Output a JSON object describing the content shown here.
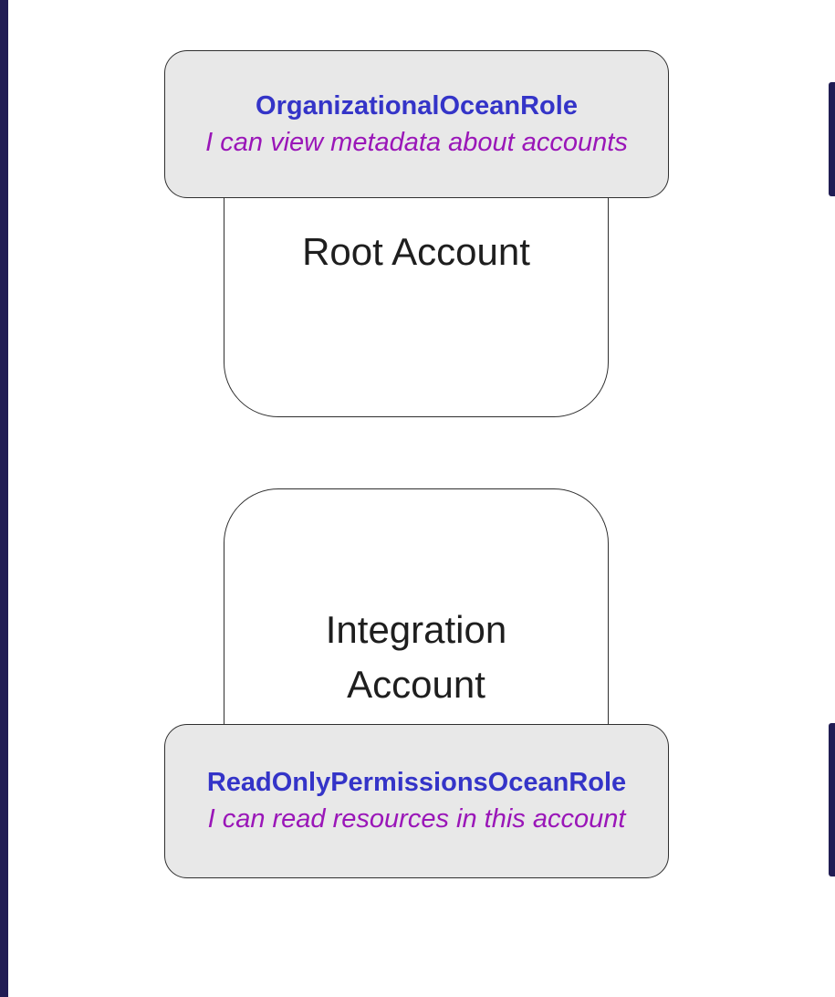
{
  "colors": {
    "role_name": "#3434c8",
    "role_desc": "#9a16b8",
    "badge_bg": "#e8e8e8",
    "node_border": "#2f2f2f",
    "node_bg": "#ffffff",
    "account_label": "#1e1e1e",
    "edge_bar": "#211d54"
  },
  "nodes": {
    "root": {
      "account_label": "Root Account",
      "role_name": "OrganizationalOceanRole",
      "role_description": "I can view metadata about accounts"
    },
    "integration": {
      "account_label": "Integration Account",
      "role_name": "ReadOnlyPermissionsOceanRole",
      "role_description": "I can read resources in this account"
    }
  }
}
